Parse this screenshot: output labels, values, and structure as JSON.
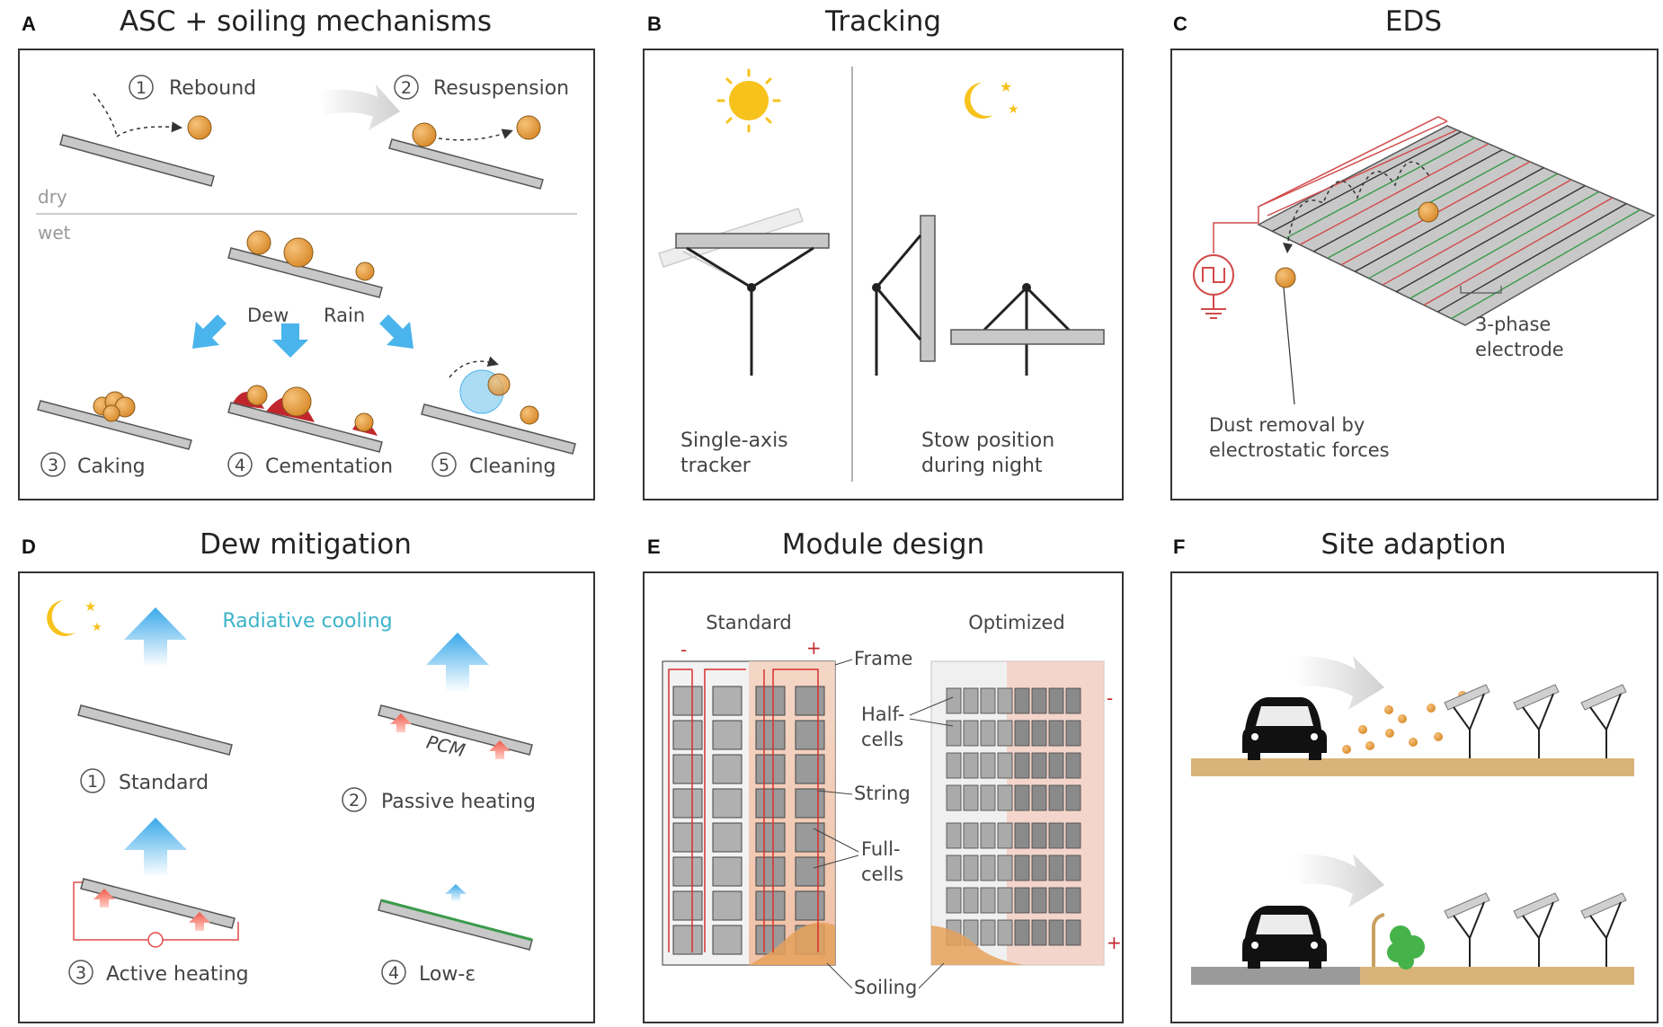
{
  "panels": {
    "A": {
      "label": "A",
      "title": "ASC + soiling mechanisms",
      "dry_label": "dry",
      "wet_label": "wet",
      "dew_label": "Dew",
      "rain_label": "Rain",
      "mechanisms": [
        {
          "num": "1",
          "label": "Rebound"
        },
        {
          "num": "2",
          "label": "Resuspension"
        },
        {
          "num": "3",
          "label": "Caking"
        },
        {
          "num": "4",
          "label": "Cementation"
        },
        {
          "num": "5",
          "label": "Cleaning"
        }
      ]
    },
    "B": {
      "label": "B",
      "title": "Tracking",
      "left_caption": [
        "Single-axis",
        "tracker"
      ],
      "right_caption": [
        "Stow position",
        "during night"
      ]
    },
    "C": {
      "label": "C",
      "title": "EDS",
      "electrode_caption": [
        "3-phase",
        "electrode"
      ],
      "dust_caption": [
        "Dust removal by",
        "electrostatic forces"
      ]
    },
    "D": {
      "label": "D",
      "title": "Dew mitigation",
      "radiative_label": "Radiative cooling",
      "pcm_label": "PCM",
      "items": [
        {
          "num": "1",
          "label": "Standard"
        },
        {
          "num": "2",
          "label": "Passive heating"
        },
        {
          "num": "3",
          "label": "Active heating"
        },
        {
          "num": "4",
          "label": "Low-ε"
        }
      ]
    },
    "E": {
      "label": "E",
      "title": "Module design",
      "standard_label": "Standard",
      "optimized_label": "Optimized",
      "minus": "-",
      "plus": "+",
      "callouts": {
        "frame": "Frame",
        "half_cells": [
          "Half-",
          "cells"
        ],
        "string": "String",
        "full_cells": [
          "Full-",
          "cells"
        ],
        "soiling": "Soiling"
      }
    },
    "F": {
      "label": "F",
      "title": "Site adaption"
    }
  },
  "colors": {
    "particle": "#e39a3e",
    "panel_gray": "#c8c8c8",
    "arrow_blue": "#4ab4ec",
    "heat_red": "#f06a5a",
    "eds_red": "#d24a4a",
    "eds_green": "#3a9a4a",
    "sun": "#f7c21b",
    "ground_sand": "#d9b47a",
    "road_gray": "#9a9a9a",
    "bush_green": "#46b34a",
    "cyan_text": "#3cb4c8",
    "cementation": "#c0272d"
  }
}
